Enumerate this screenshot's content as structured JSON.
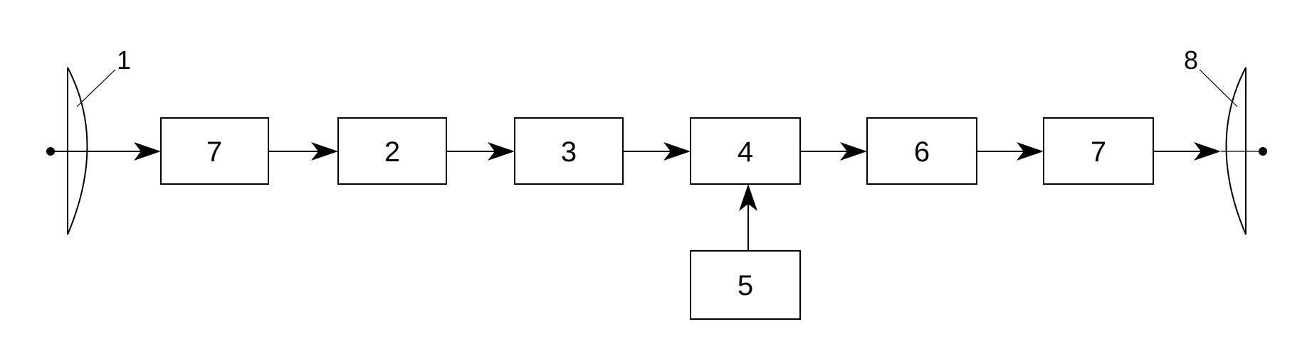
{
  "diagram": {
    "blocks": [
      {
        "id": "block-7a",
        "label": "7"
      },
      {
        "id": "block-2",
        "label": "2"
      },
      {
        "id": "block-3",
        "label": "3"
      },
      {
        "id": "block-4",
        "label": "4"
      },
      {
        "id": "block-6",
        "label": "6"
      },
      {
        "id": "block-7b",
        "label": "7"
      },
      {
        "id": "block-5",
        "label": "5"
      }
    ],
    "antennas": [
      {
        "id": "antenna-left",
        "label": "1"
      },
      {
        "id": "antenna-right",
        "label": "8"
      }
    ],
    "connections": [
      {
        "from": "antenna-left",
        "to": "block-7a"
      },
      {
        "from": "block-7a",
        "to": "block-2"
      },
      {
        "from": "block-2",
        "to": "block-3"
      },
      {
        "from": "block-3",
        "to": "block-4"
      },
      {
        "from": "block-4",
        "to": "block-6"
      },
      {
        "from": "block-6",
        "to": "block-7b"
      },
      {
        "from": "block-7b",
        "to": "antenna-right"
      },
      {
        "from": "block-5",
        "to": "block-4"
      }
    ]
  }
}
